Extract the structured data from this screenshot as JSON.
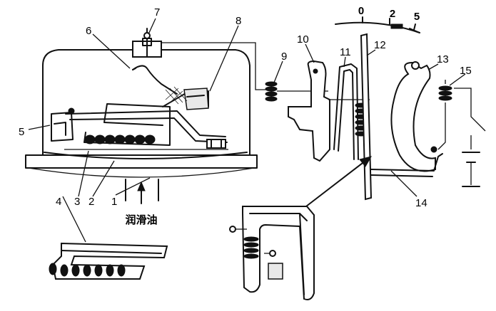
{
  "callouts": [
    "1",
    "2",
    "3",
    "4",
    "5",
    "6",
    "7",
    "8",
    "9",
    "10",
    "11",
    "12",
    "13",
    "14",
    "15"
  ],
  "scale": {
    "ticks": [
      "0",
      "2",
      "5"
    ]
  },
  "oil_label": "润滑油"
}
